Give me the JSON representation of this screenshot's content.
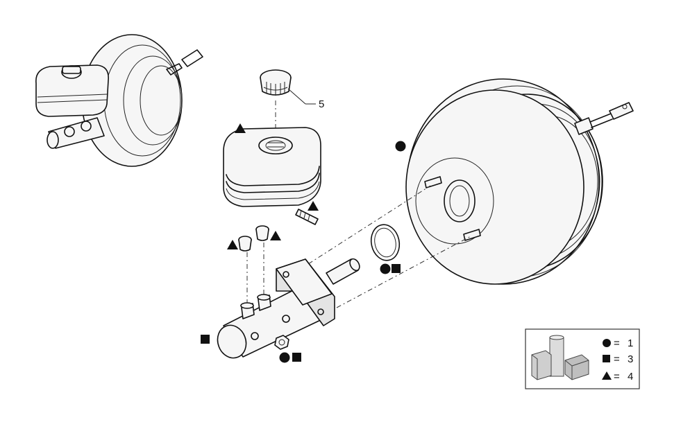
{
  "callouts": {
    "cap_number": "5"
  },
  "legend": {
    "items": [
      {
        "symbol": "circle",
        "eq": "=",
        "value": "1"
      },
      {
        "symbol": "square",
        "eq": "=",
        "value": "3"
      },
      {
        "symbol": "triangle",
        "eq": "=",
        "value": "4"
      }
    ]
  },
  "colors": {
    "ink": "#111111",
    "fill": "#f6f6f6",
    "shade": "#e4e4e4"
  }
}
